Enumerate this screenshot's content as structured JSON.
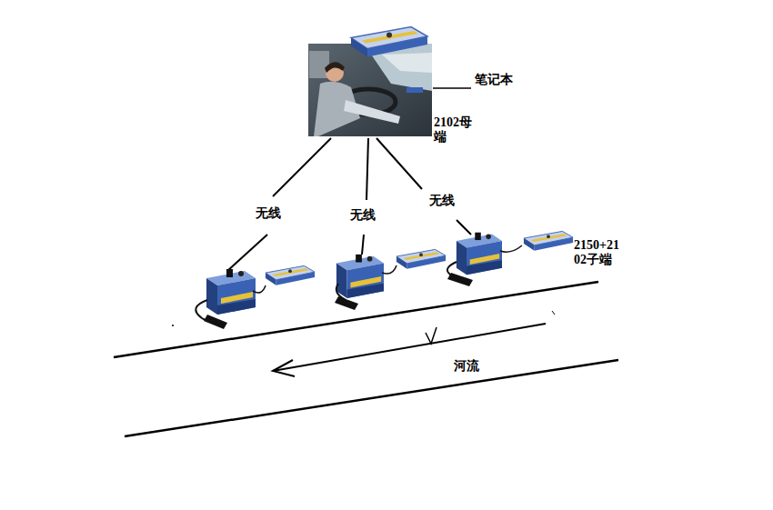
{
  "diagram": {
    "labels": [
      "笔记本",
      "2102母端",
      "无线",
      "无线",
      "无线",
      "2150+2102子端",
      "河流"
    ]
  }
}
